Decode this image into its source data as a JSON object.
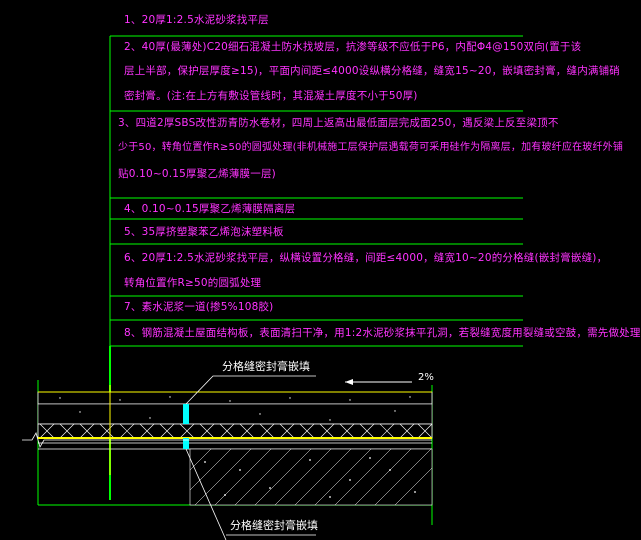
{
  "notes": {
    "n1": "1、20厚1:2.5水泥砂浆找平层",
    "n2a": "2、40厚(最薄处)C20细石混凝土防水找坡层，抗渗等级不应低于P6，内配Φ4@150双向(置于该",
    "n2b": "层上半部，保护层厚度≥15)，平面内间距≤4000设纵横分格缝，缝宽15~20，嵌填密封膏，缝内满铺硝",
    "n2c": "密封膏。(注:在上方有敷设管线时，其混凝土厚度不小于50厚)",
    "n3a": "3、四道2厚SBS改性沥青防水卷材，四周上返高出最低面层完成面250，遇反梁上反至梁顶不",
    "n3b": "少于50，转角位置作R≥50的圆弧处理(非机械施工层保护层遇载荷可采用硅作为隔离层，加有玻纤应在玻纤外铺",
    "n3c": "贴0.10~0.15厚聚乙烯薄膜一层)",
    "n4": "4、0.10~0.15厚聚乙烯薄膜隔离层",
    "n5": "5、35厚挤塑聚苯乙烯泡沫塑料板",
    "n6a": "6、20厚1:2.5水泥砂浆找平层，纵横设置分格缝，间距≤4000，缝宽10~20的分格缝(嵌封膏嵌缝)，",
    "n6b": "转角位置作R≥50的圆弧处理",
    "n7": "7、素水泥浆一道(掺5%108胶)",
    "n8": "8、钢筋混凝土屋面结构板，表面清扫干净，用1:2水泥砂浆抹平孔洞，若裂缝宽度用裂缝或空鼓，需先做处理"
  },
  "callouts": {
    "top": "分格缝密封膏嵌填",
    "bottom": "分格缝密封膏嵌填"
  },
  "slope_label": "2%",
  "colors": {
    "background": "#000000",
    "frame_lines": "#00ff00",
    "note_text": "#ff33ff",
    "callout_text": "#ffffff",
    "concrete_border": "#ffff00",
    "joint_sealant": "#00ffff",
    "hatch": "#ffffff"
  }
}
